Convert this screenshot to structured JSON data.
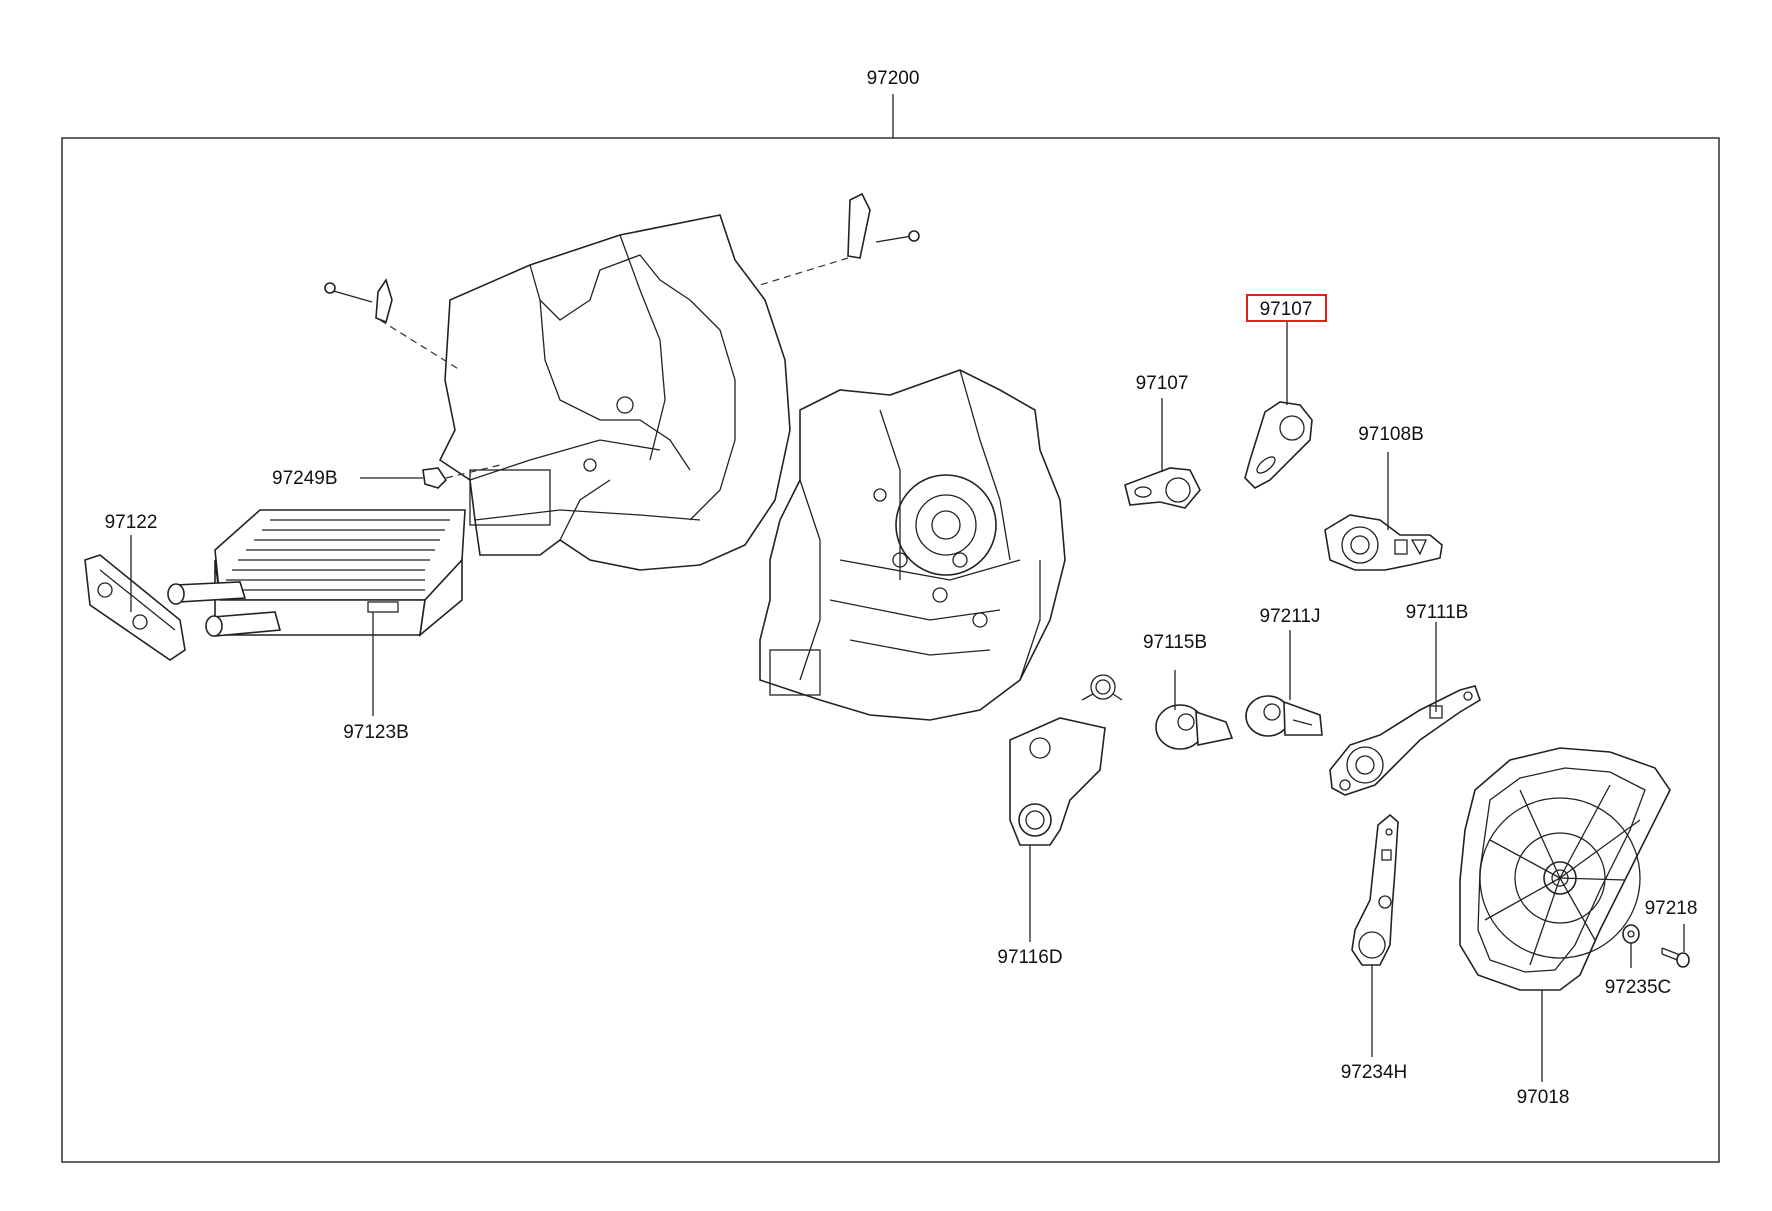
{
  "labels": {
    "assembly": "97200",
    "p97122": "97122",
    "p97123B": "97123B",
    "p97249B": "97249B",
    "p97107a": "97107",
    "p97107b": "97107",
    "p97108B": "97108B",
    "p97211J": "97211J",
    "p97115B": "97115B",
    "p97111B": "97111B",
    "p97116D": "97116D",
    "p97234H": "97234H",
    "p97018": "97018",
    "p97218": "97218",
    "p97235C": "97235C"
  },
  "highlight": {
    "part": "97107",
    "color": "#e0201c"
  }
}
